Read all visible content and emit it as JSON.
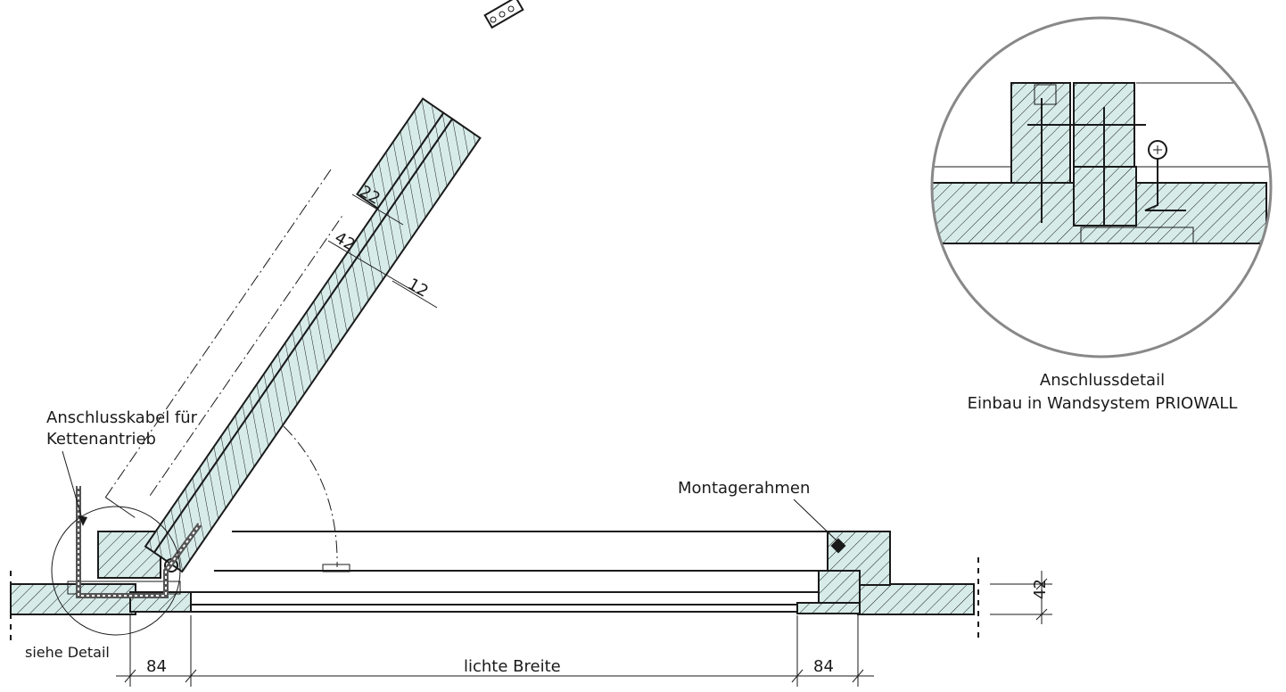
{
  "labels": {
    "cable": [
      "Anschlusskabel für",
      "Kettenantrieb"
    ],
    "frame": "Montagerahmen",
    "detail_ref": "siehe Detail",
    "detail_caption": [
      "Anschlussdetail",
      "Einbau in Wandsystem PRIOWALL"
    ]
  },
  "dimensions": {
    "left_frame": "84",
    "clear_width": "lichte Breite",
    "right_frame": "84",
    "wall_thickness": "42",
    "leaf_outer": "22",
    "leaf_total": "42",
    "leaf_inner": "12"
  },
  "colors": {
    "hatch_fill": "#d7ece9",
    "line": "#1a1a1a",
    "detail_circle": "#888888"
  }
}
